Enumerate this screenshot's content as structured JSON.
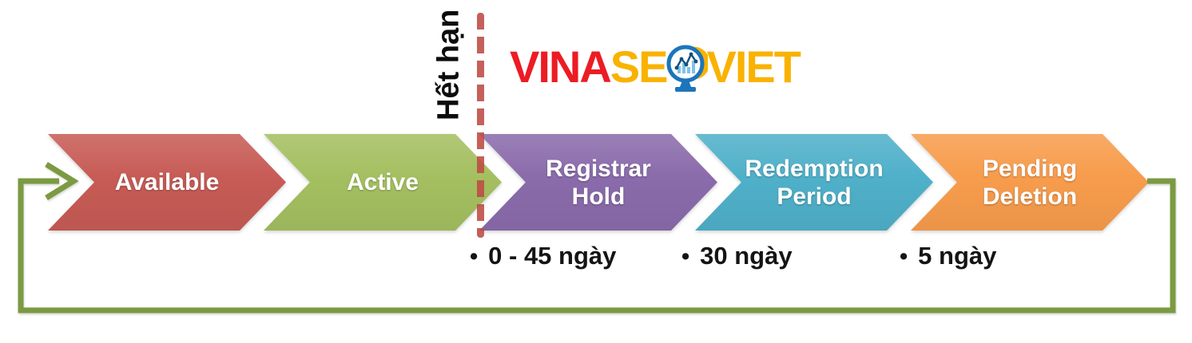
{
  "brand": {
    "part1": "VINA",
    "part2": "SE",
    "part3": "VIET",
    "icon": "globe-chart-icon"
  },
  "expiry_marker": {
    "label": "Hết hạn"
  },
  "stages": [
    {
      "label": "Available",
      "color": "#c75b55",
      "duration": ""
    },
    {
      "label": "Active",
      "color": "#a4bf60",
      "duration": ""
    },
    {
      "label": "Registrar Hold",
      "color": "#8a6bab",
      "duration": "0 - 45 ngày"
    },
    {
      "label": "Redemption Period",
      "color": "#4fb0c9",
      "duration": "30 ngày"
    },
    {
      "label": "Pending Deletion",
      "color": "#f79c4c",
      "duration": "5 ngày"
    }
  ],
  "notes_bullet": "•",
  "colors": {
    "loop_arrow": "#7b9a41",
    "dashed_line": "#bc4b43",
    "brand_red": "#ec1c24",
    "brand_gold": "#f9b200",
    "globe_blue": "#1c75bb",
    "globe_light": "#7ec3e6",
    "globe_dark": "#134f7e",
    "stage_text": "#ffffff",
    "note_text": "#141414"
  }
}
